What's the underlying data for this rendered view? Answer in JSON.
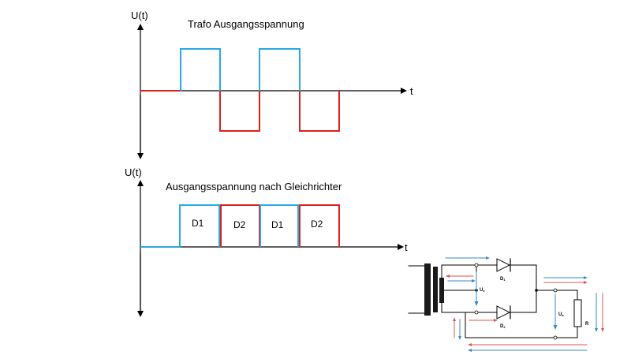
{
  "colors": {
    "blue": "#29a9e1",
    "red": "#d9201e",
    "axis": "#000000",
    "circuit_blue": "#3a88c8",
    "circuit_red": "#e05555"
  },
  "top_plot": {
    "title": "Trafo Ausgangsspannung",
    "y_label": "U(t)",
    "x_label": "t"
  },
  "bottom_plot": {
    "title": "Ausgangsspannung nach Gleichrichter",
    "y_label": "U(t)",
    "x_label": "t",
    "segments": [
      {
        "label": "D1",
        "color": "blue"
      },
      {
        "label": "D2",
        "color": "red"
      },
      {
        "label": "D1",
        "color": "blue"
      },
      {
        "label": "D2",
        "color": "red"
      }
    ]
  },
  "circuit": {
    "diode_top": "D",
    "diode_top_sub": "1",
    "diode_bottom": "D",
    "diode_bottom_sub": "2",
    "ue_label": "U",
    "ue_sub": "e",
    "ua_label": "U",
    "ua_sub": "a",
    "resistor": "R"
  }
}
